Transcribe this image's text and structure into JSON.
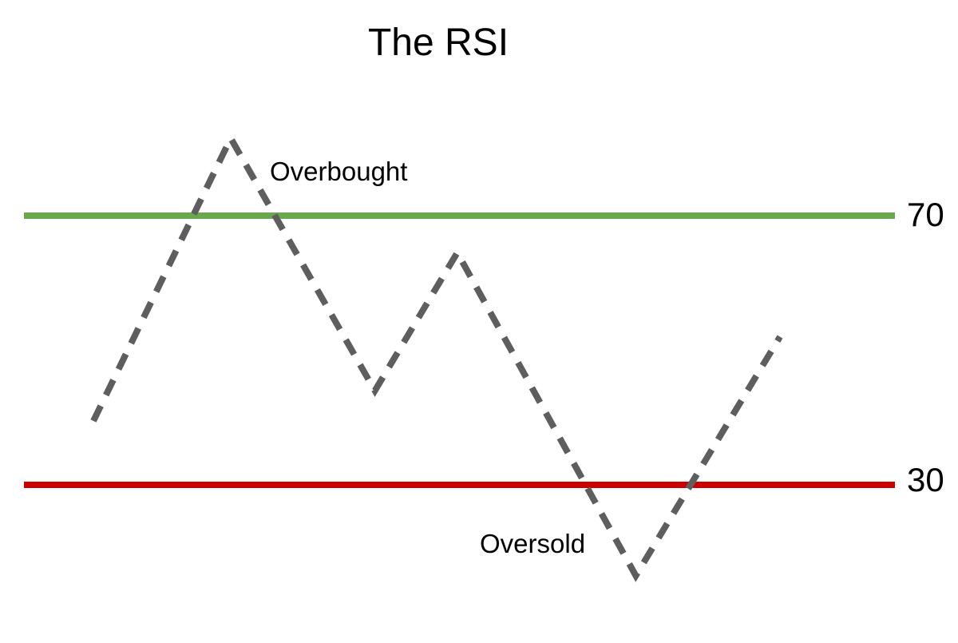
{
  "header": {
    "title": "The RSI"
  },
  "annotations": {
    "overbought_label": "Overbought",
    "oversold_label": "Oversold"
  },
  "threshold_labels": {
    "upper": "70",
    "lower": "30"
  },
  "colors": {
    "overbought_line": "#6aa84f",
    "oversold_line": "#cc0000",
    "rsi_line": "#5e5e5e",
    "text": "#000000",
    "background": "#ffffff"
  },
  "chart_data": {
    "type": "line",
    "title": "The RSI",
    "xlabel": "",
    "ylabel": "",
    "ylim": [
      0,
      100
    ],
    "grid": false,
    "axes_visible": false,
    "legend": "none",
    "series": [
      {
        "name": "RSI",
        "style": "dashed",
        "color": "#5e5e5e",
        "x": [
          0.0,
          0.2,
          0.41,
          0.53,
          0.79,
          1.0
        ],
        "values": [
          39.5,
          81.5,
          44,
          64.5,
          16.5,
          52
        ]
      }
    ],
    "reference_lines": [
      {
        "value": 70,
        "label": "70",
        "annotation": "Overbought",
        "color": "#6aa84f"
      },
      {
        "value": 30,
        "label": "30",
        "annotation": "Oversold",
        "color": "#cc0000"
      }
    ]
  }
}
